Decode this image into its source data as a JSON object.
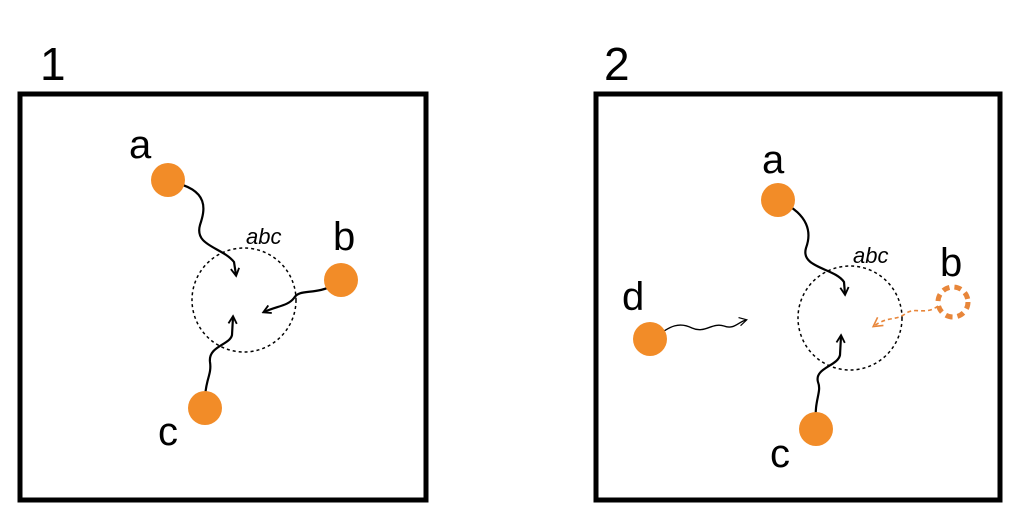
{
  "panels": [
    {
      "number": "1",
      "zone_label": "abc",
      "nodes": [
        {
          "label": "a",
          "state": "present"
        },
        {
          "label": "b",
          "state": "present"
        },
        {
          "label": "c",
          "state": "present"
        }
      ]
    },
    {
      "number": "2",
      "zone_label": "abc",
      "nodes": [
        {
          "label": "a",
          "state": "present"
        },
        {
          "label": "b",
          "state": "absent"
        },
        {
          "label": "c",
          "state": "present"
        },
        {
          "label": "d",
          "state": "present"
        }
      ]
    }
  ],
  "colors": {
    "node": "#F28C28",
    "ghost": "#E8863A",
    "stroke": "#000000"
  }
}
